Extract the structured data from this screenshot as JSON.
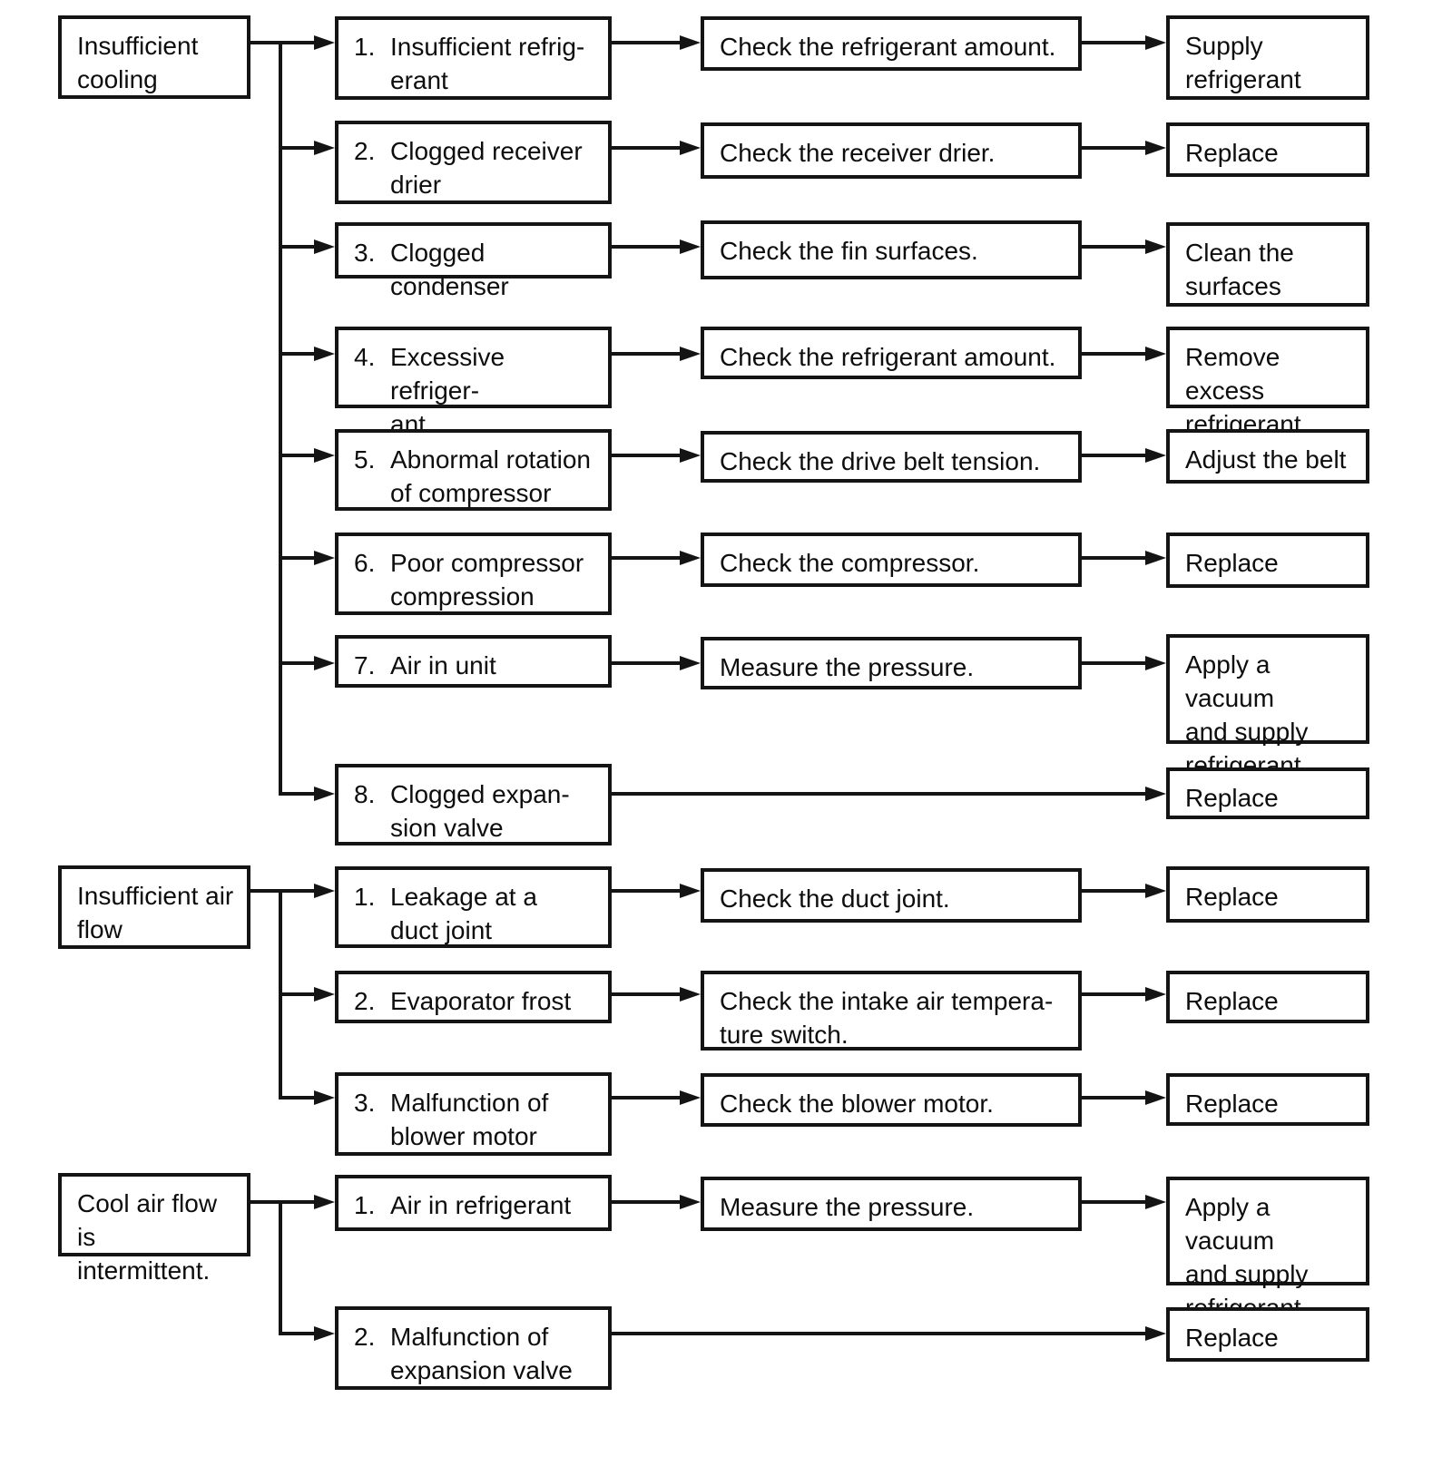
{
  "diagram": {
    "kind": "troubleshooting-flowchart",
    "line_color": "#141414",
    "box_background": "#ffffff",
    "page_background": "#ffffff",
    "sections": [
      {
        "symptom": "Insufficient\ncooling",
        "rows": [
          {
            "num": "1.",
            "cause": "Insufficient refrig-\nerant",
            "check": "Check the refrigerant amount.",
            "remedy": "Supply\nrefrigerant"
          },
          {
            "num": "2.",
            "cause": "Clogged receiver\ndrier",
            "check": "Check the receiver drier.",
            "remedy": "Replace"
          },
          {
            "num": "3.",
            "cause": "Clogged condenser",
            "check": "Check the fin surfaces.",
            "remedy": "Clean the\nsurfaces"
          },
          {
            "num": "4.",
            "cause": "Excessive refriger-\nant",
            "check": "Check the refrigerant amount.",
            "remedy": "Remove excess\nrefrigerant"
          },
          {
            "num": "5.",
            "cause": "Abnormal rotation\nof compressor",
            "check": "Check the drive belt tension.",
            "remedy": "Adjust the belt"
          },
          {
            "num": "6.",
            "cause": "Poor compressor\ncompression",
            "check": "Check the compressor.",
            "remedy": "Replace"
          },
          {
            "num": "7.",
            "cause": "Air in unit",
            "check": "Measure the pressure.",
            "remedy": "Apply a vacuum\nand supply\nrefrigerant"
          },
          {
            "num": "8.",
            "cause": "Clogged expan-\nsion valve",
            "check": null,
            "remedy": "Replace"
          }
        ]
      },
      {
        "symptom": "Insufficient air\nflow",
        "rows": [
          {
            "num": "1.",
            "cause": "Leakage at a\nduct joint",
            "check": "Check the duct joint.",
            "remedy": "Replace"
          },
          {
            "num": "2.",
            "cause": "Evaporator frost",
            "check": "Check the intake air tempera-\nture switch.",
            "remedy": "Replace"
          },
          {
            "num": "3.",
            "cause": "Malfunction of\nblower motor",
            "check": "Check the blower motor.",
            "remedy": "Replace"
          }
        ]
      },
      {
        "symptom": "Cool air flow is\nintermittent.",
        "rows": [
          {
            "num": "1.",
            "cause": "Air in refrigerant",
            "check": "Measure the pressure.",
            "remedy": "Apply a vacuum\nand supply\nrefrigerant"
          },
          {
            "num": "2.",
            "cause": "Malfunction of\nexpansion valve",
            "check": null,
            "remedy": "Replace"
          }
        ]
      }
    ]
  }
}
